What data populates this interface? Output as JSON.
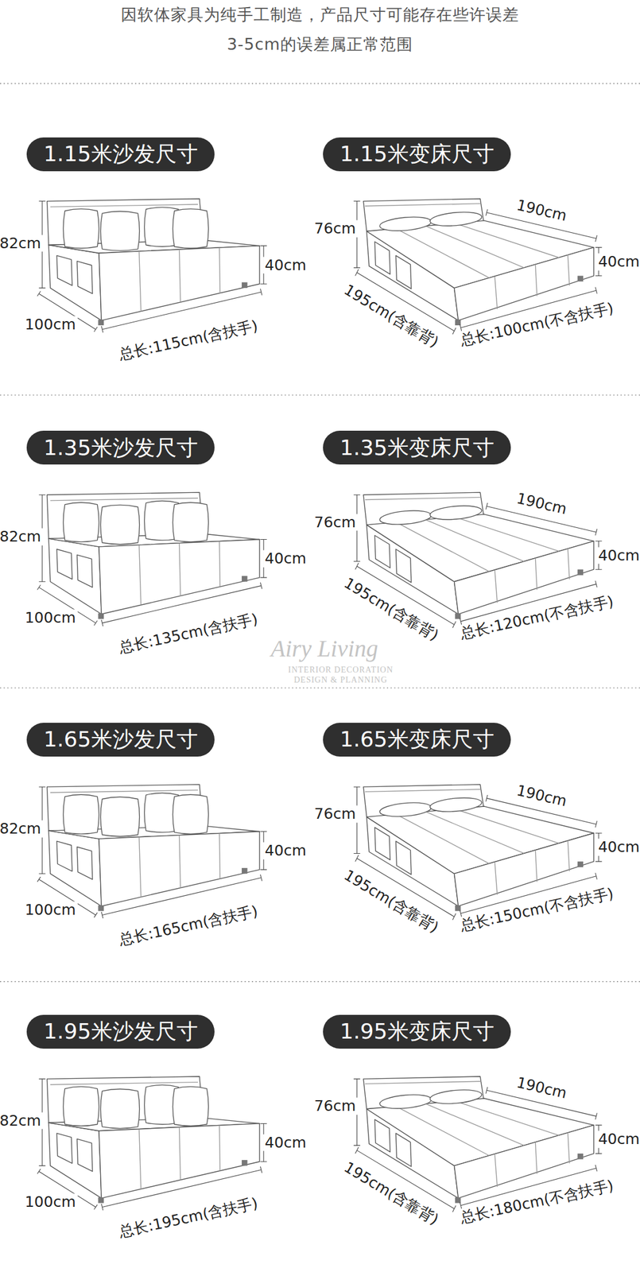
{
  "diagram": {
    "nodes": [
      {
        "text": [
          "1.15米沙发尺寸"
        ]
      },
      {
        "text": [
          "1.15米变床尺寸"
        ]
      },
      {
        "text": [
          "1.35米沙发尺寸"
        ]
      },
      {
        "text": [
          "1.35米变床尺寸"
        ]
      },
      {
        "text": [
          "1.65米沙发尺寸"
        ]
      },
      {
        "text": [
          "1.65米变床尺寸"
        ]
      },
      {
        "text": [
          "1.95米沙发尺寸"
        ]
      },
      {
        "text": [
          "1.95米变床尺寸"
        ]
      }
    ],
    "labels": [
      "因软体家具为纯手工制造，产品尺寸可能存在些许误差",
      "3-5cm的误差属正常范围",
      "82cm",
      "40cm",
      "100cm",
      "总长:115cm(含扶手)",
      "76cm",
      "190cm",
      "40cm",
      "195cm(含靠背)",
      "总长:100cm(不含扶手)",
      "82cm",
      "40cm",
      "100cm",
      "总长:135cm(含扶手)",
      "76cm",
      "190cm",
      "40cm",
      "195cm(含靠背)",
      "总长:120cm(不含扶手)",
      "82cm",
      "40cm",
      "100cm",
      "总长:165cm(含扶手)",
      "76cm",
      "190cm",
      "40cm",
      "195cm(含靠背)",
      "总长:150cm(不含扶手)",
      "82cm",
      "40cm",
      "100cm",
      "总长:195cm(含扶手)",
      "76cm",
      "190cm",
      "40cm",
      "195cm(含靠背)",
      "总长:180cm(不含扶手)",
      "Airy Living",
      "INTERIOR DECORATION",
      "DESIGN & PLANNING"
    ]
  }
}
